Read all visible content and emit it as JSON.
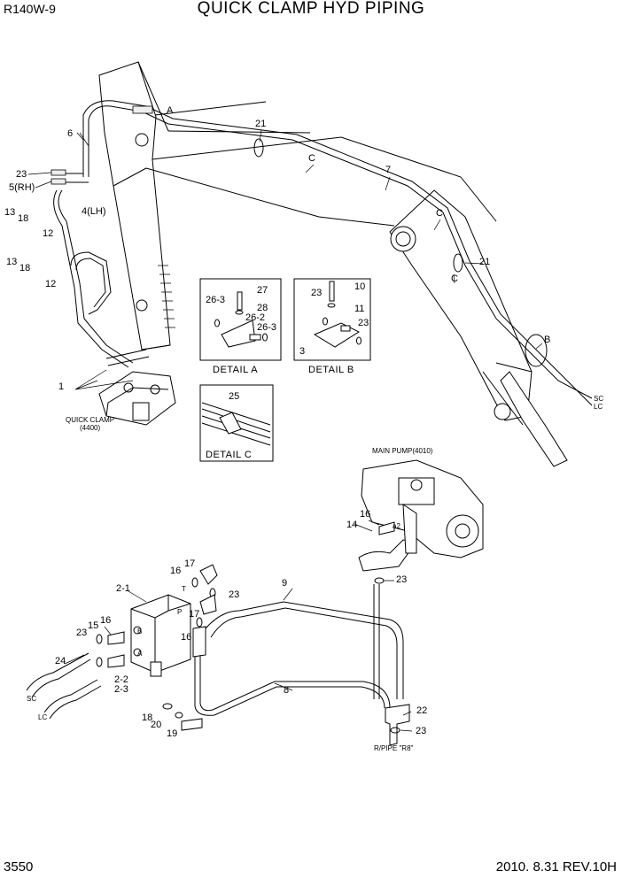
{
  "header": {
    "model": "R140W-9",
    "title": "QUICK CLAMP HYD PIPING"
  },
  "footer": {
    "page": "3550",
    "revision": "2010. 8.31  REV.10H"
  },
  "details": {
    "a": "DETAIL  A",
    "b": "DETAIL  B",
    "c": "DETAIL  C"
  },
  "components": {
    "quick_clamp": "QUICK CLAMP",
    "quick_clamp_no": "(4400)",
    "main_pump": "MAIN PUMP(4010)",
    "r_pipe": "R/PIPE \"R8\""
  },
  "callouts": {
    "c1": "1",
    "c2_1": "2-1",
    "c2_2": "2-2",
    "c2_3": "2-3",
    "c3": "3",
    "c4lh": "4(LH)",
    "c5rh": "5(RH)",
    "c6": "6",
    "c7": "7",
    "c8": "8",
    "c9": "9",
    "c10": "10",
    "c11": "11",
    "c12": "12",
    "c13": "13",
    "c14": "14",
    "c15": "15",
    "c16": "16",
    "c17": "17",
    "c18": "18",
    "c19": "19",
    "c20": "20",
    "c21": "21",
    "c22": "22",
    "c23": "23",
    "c24": "24",
    "c25": "25",
    "c26_2": "26-2",
    "c26_3": "26-3",
    "c27": "27",
    "c28": "28",
    "A": "A",
    "B": "B",
    "C": "C",
    "SC": "SC",
    "LC": "LC",
    "port_T": "T",
    "port_P": "P",
    "port_a": "A",
    "port_b": "B",
    "a2": "a2"
  }
}
